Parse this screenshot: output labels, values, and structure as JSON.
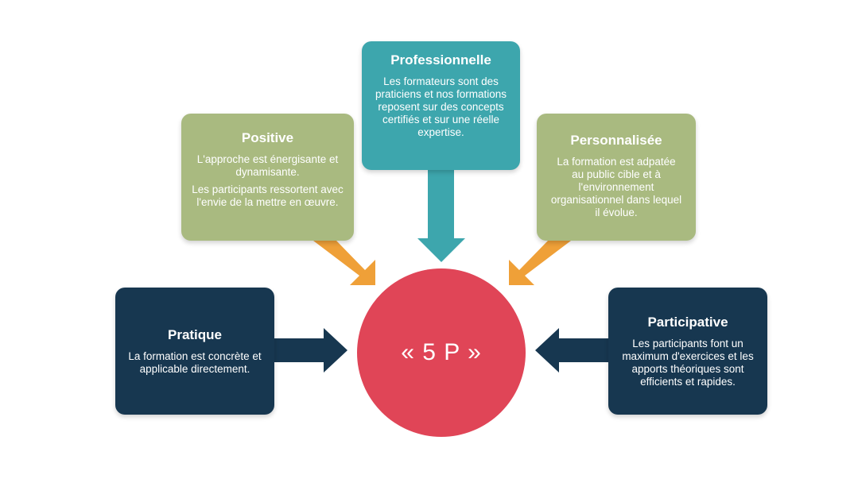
{
  "colors": {
    "sage": "#a9ba80",
    "teal": "#3da6ad",
    "navy": "#173750",
    "orange": "#efa038",
    "red": "#e04557"
  },
  "center": {
    "label": "« 5 P »"
  },
  "boxes": {
    "professionnelle": {
      "title": "Professionnelle",
      "text": "Les formateurs sont des praticiens et nos formations reposent sur des concepts certifiés et sur une réelle expertise."
    },
    "positive": {
      "title": "Positive",
      "text_1": "L'approche est énergisante et dynamisante.",
      "text_2": "Les participants ressortent avec l'envie de la mettre en œuvre."
    },
    "personnalisee": {
      "title": "Personnalisée",
      "text": "La formation est adpatée au public cible et à l'environnement organisationnel dans lequel il évolue."
    },
    "pratique": {
      "title": "Pratique",
      "text": "La formation est concrète et applicable directement."
    },
    "participative": {
      "title": "Participative",
      "text": "Les participants font un maximum d'exercices et les apports théoriques sont efficients et rapides."
    }
  }
}
